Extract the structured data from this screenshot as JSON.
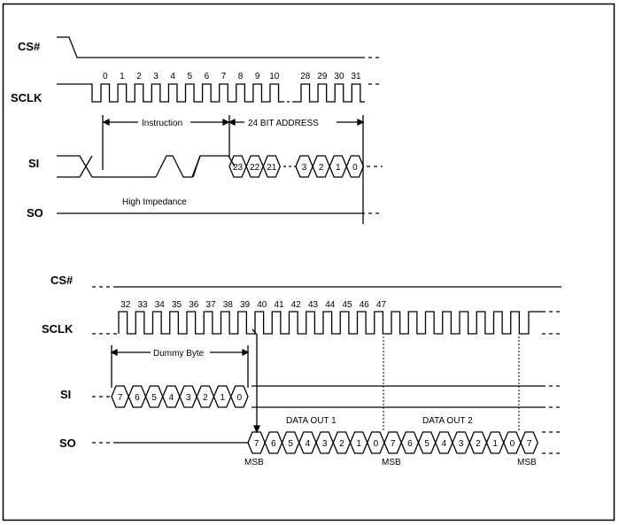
{
  "top": {
    "signals": {
      "cs": "CS#",
      "sclk": "SCLK",
      "si": "SI",
      "so": "SO"
    },
    "clock_numbers": [
      "0",
      "1",
      "2",
      "3",
      "4",
      "5",
      "6",
      "7",
      "8",
      "9",
      "10",
      "28",
      "29",
      "30",
      "31"
    ],
    "instruction_label": "Instruction",
    "address_label": "24 BIT ADDRESS",
    "address_bits": [
      "23",
      "22",
      "21",
      "3",
      "2",
      "1",
      "0"
    ],
    "high_impedance": "High Impedance"
  },
  "bottom": {
    "signals": {
      "cs": "CS#",
      "sclk": "SCLK",
      "si": "SI",
      "so": "SO"
    },
    "clock_numbers": [
      "32",
      "33",
      "34",
      "35",
      "36",
      "37",
      "38",
      "39",
      "40",
      "41",
      "42",
      "43",
      "44",
      "45",
      "46",
      "47"
    ],
    "dummy_label": "Dummy Byte",
    "dummy_bits": [
      "7",
      "6",
      "5",
      "4",
      "3",
      "2",
      "1",
      "0"
    ],
    "data_out_1": "DATA OUT 1",
    "data_out_2": "DATA OUT 2",
    "out1_bits": [
      "7",
      "6",
      "5",
      "4",
      "3",
      "2",
      "1",
      "0"
    ],
    "out2_bits": [
      "7",
      "6",
      "5",
      "4",
      "3",
      "2",
      "1",
      "0"
    ],
    "out3_bits": [
      "7"
    ],
    "msb_labels": [
      "MSB",
      "MSB",
      "MSB"
    ]
  }
}
